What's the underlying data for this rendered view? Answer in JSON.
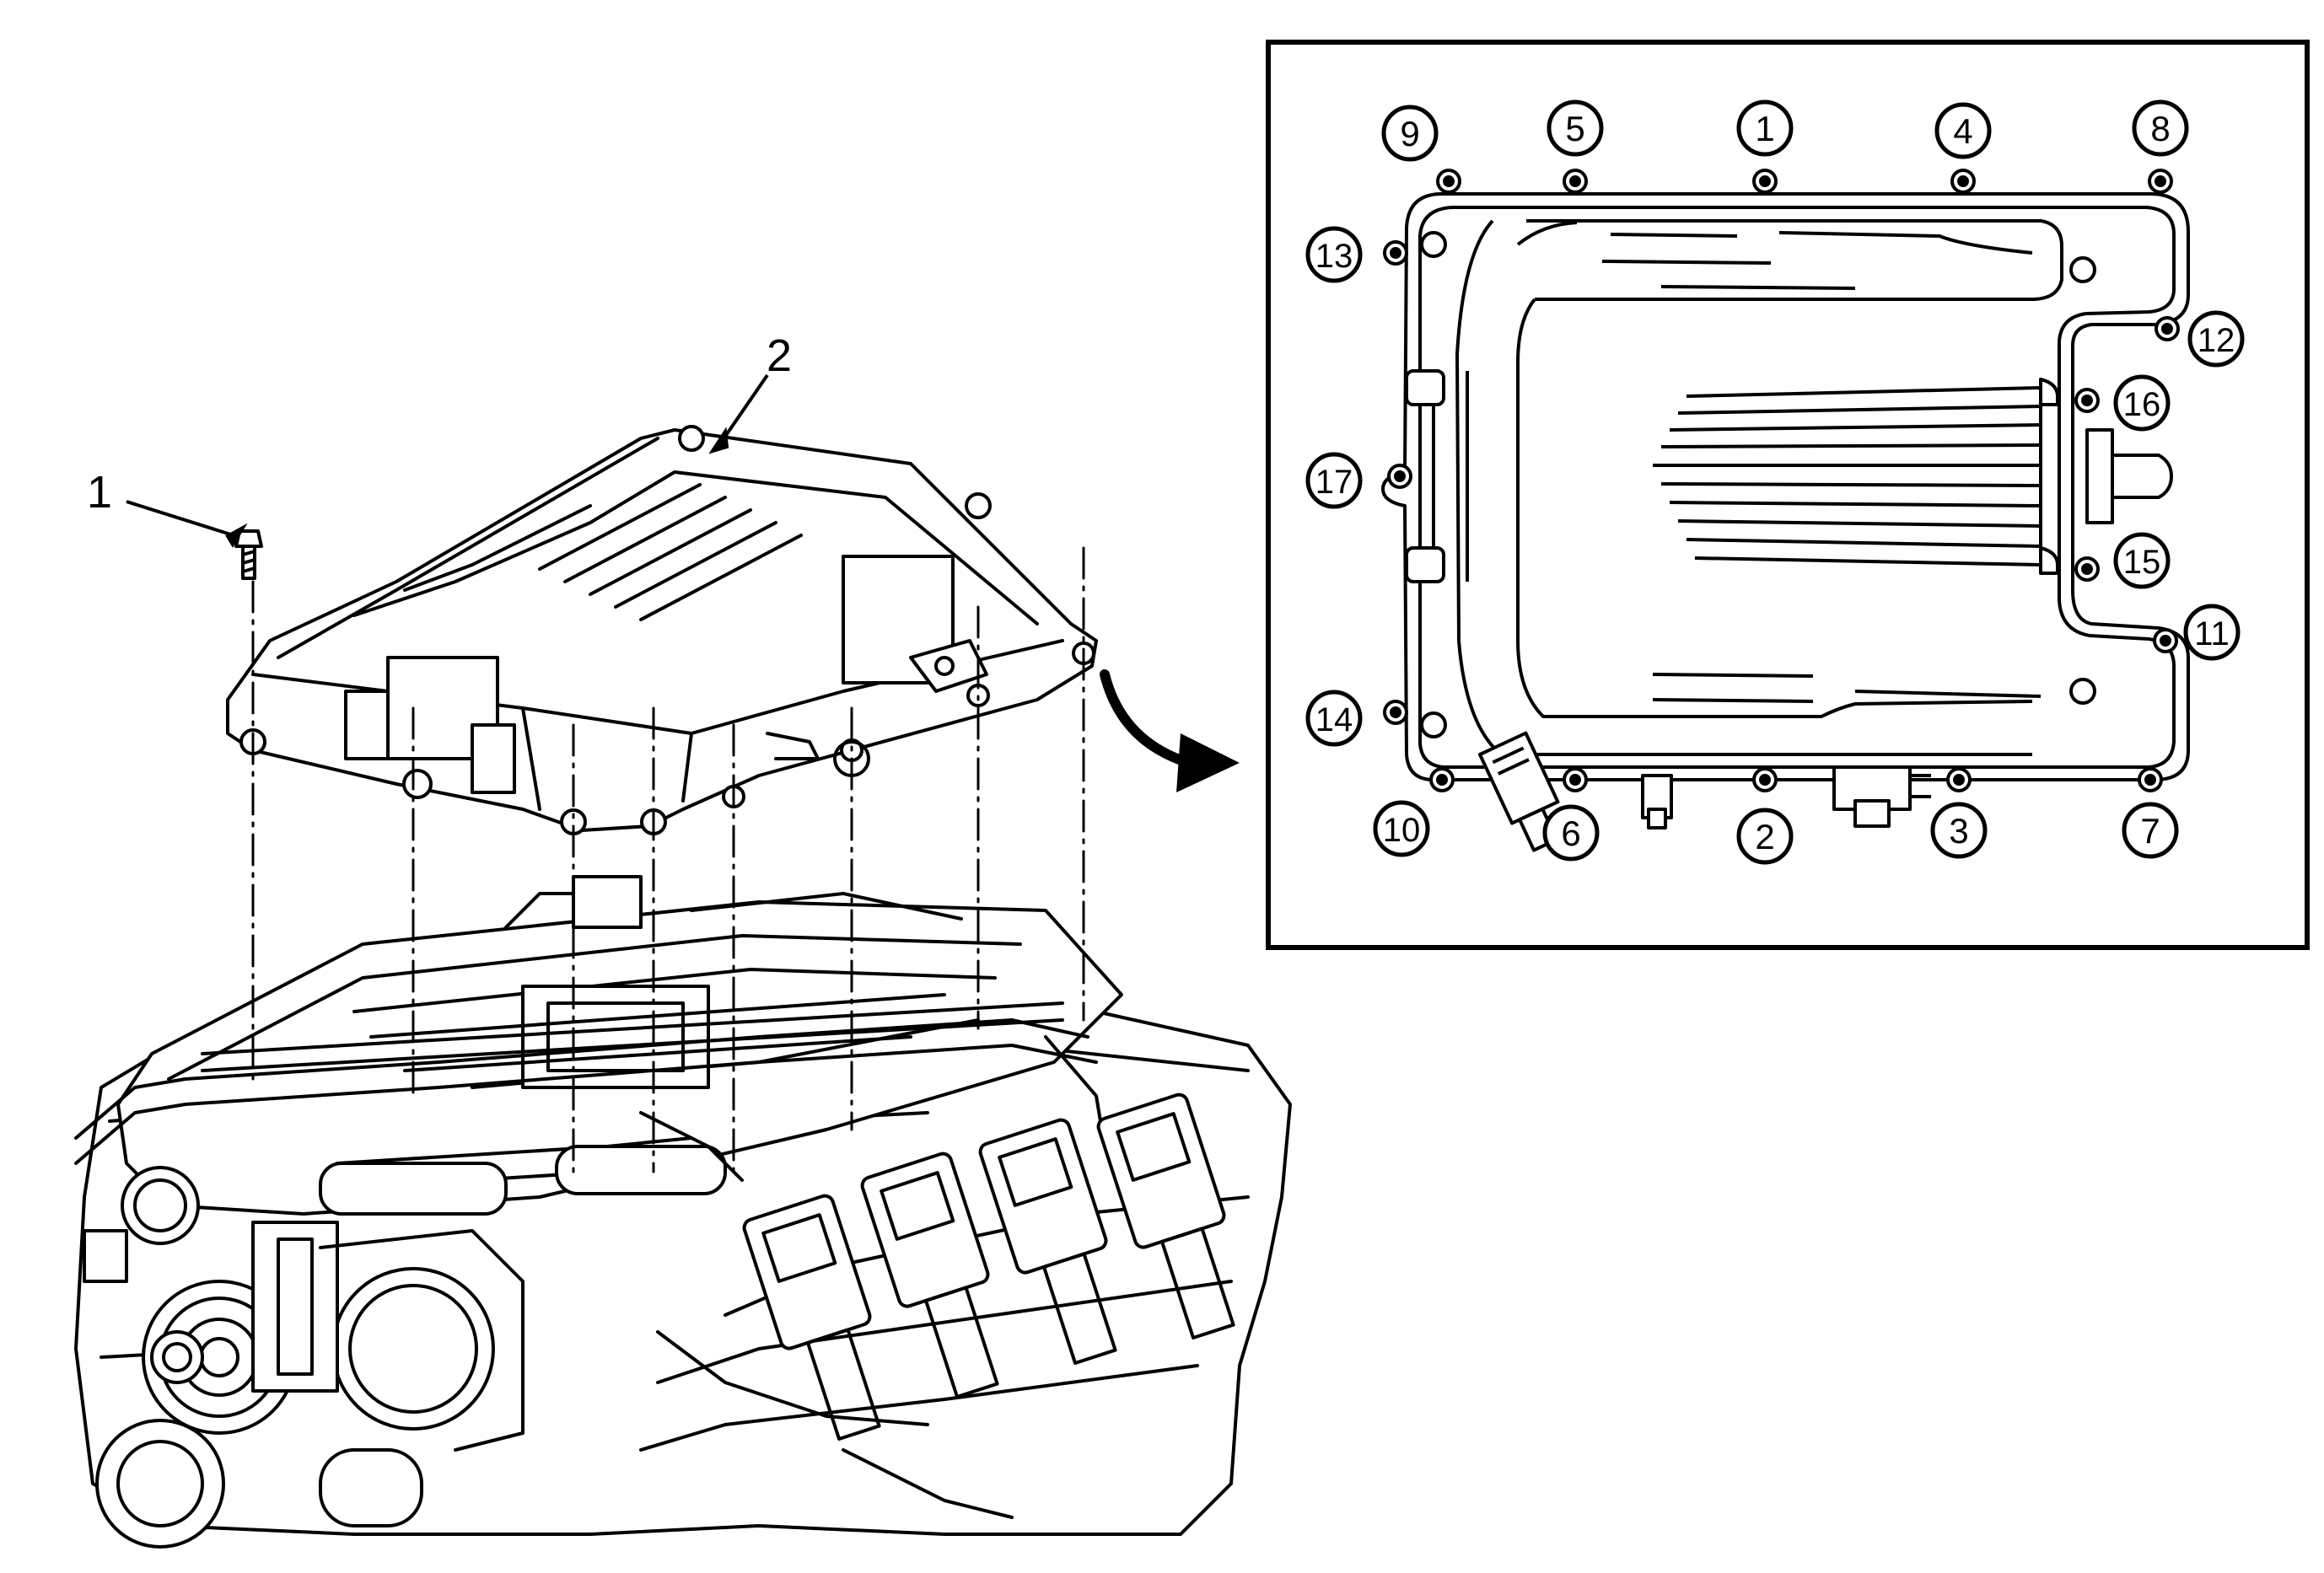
{
  "callouts": {
    "bolt": "1",
    "cover": "2"
  },
  "sequence": [
    {
      "n": "1"
    },
    {
      "n": "2"
    },
    {
      "n": "3"
    },
    {
      "n": "4"
    },
    {
      "n": "5"
    },
    {
      "n": "6"
    },
    {
      "n": "7"
    },
    {
      "n": "8"
    },
    {
      "n": "9"
    },
    {
      "n": "10"
    },
    {
      "n": "11"
    },
    {
      "n": "12"
    },
    {
      "n": "13"
    },
    {
      "n": "14"
    },
    {
      "n": "15"
    },
    {
      "n": "16"
    },
    {
      "n": "17"
    }
  ]
}
